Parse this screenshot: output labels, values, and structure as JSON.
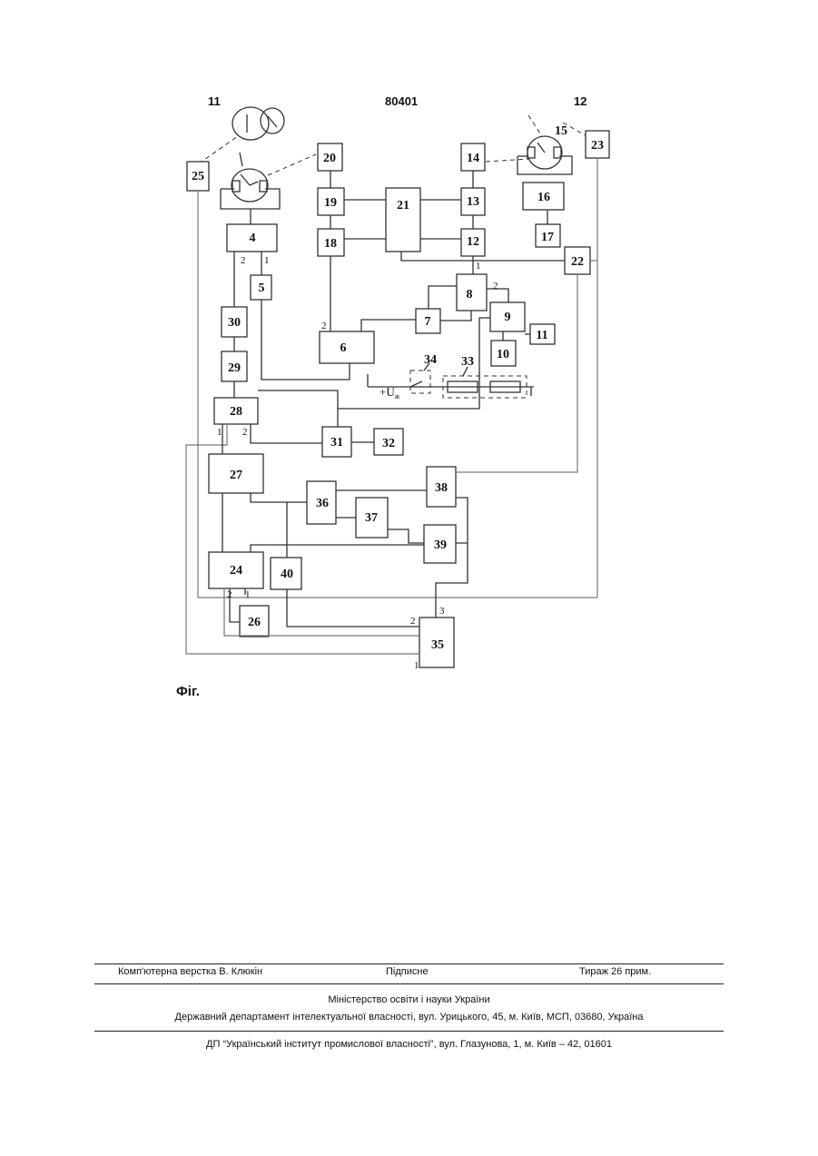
{
  "header": {
    "left_page": "11",
    "patent_number": "80401",
    "right_page": "12"
  },
  "diagram": {
    "blocks": {
      "b4": "4",
      "b5": "5",
      "b6": "6",
      "b7": "7",
      "b8": "8",
      "b9": "9",
      "b10": "10",
      "b11": "11",
      "b12": "12",
      "b13": "13",
      "b14": "14",
      "b15": "15",
      "b16": "16",
      "b17": "17",
      "b18": "18",
      "b19": "19",
      "b20": "20",
      "b21": "21",
      "b22": "22",
      "b23": "23",
      "b24": "24",
      "b25": "25",
      "b26": "26",
      "b27": "27",
      "b28": "28",
      "b29": "29",
      "b30": "30",
      "b31": "31",
      "b32": "32",
      "b33": "33",
      "b34": "34",
      "b35": "35",
      "b36": "36",
      "b37": "37",
      "b38": "38",
      "b39": "39",
      "b40": "40"
    },
    "ports": {
      "p1": "1",
      "p2": "2",
      "p3": "3"
    },
    "voltage_label": "+U",
    "voltage_subscript": "ж"
  },
  "figure_caption": "Фіг.",
  "footer": {
    "typesetting": "Комп'ютерна верстка В. Клюкін",
    "subscription": "Підписне",
    "circulation": "Тираж 26 прим.",
    "ministry": "Міністерство освіти і науки України",
    "department": "Державний департамент інтелектуальної власності, вул. Урицького, 45, м. Київ, МСП, 03680, Україна",
    "institute": "ДП “Український інститут промислової власності”, вул. Глазунова, 1, м. Київ – 42, 01601"
  }
}
